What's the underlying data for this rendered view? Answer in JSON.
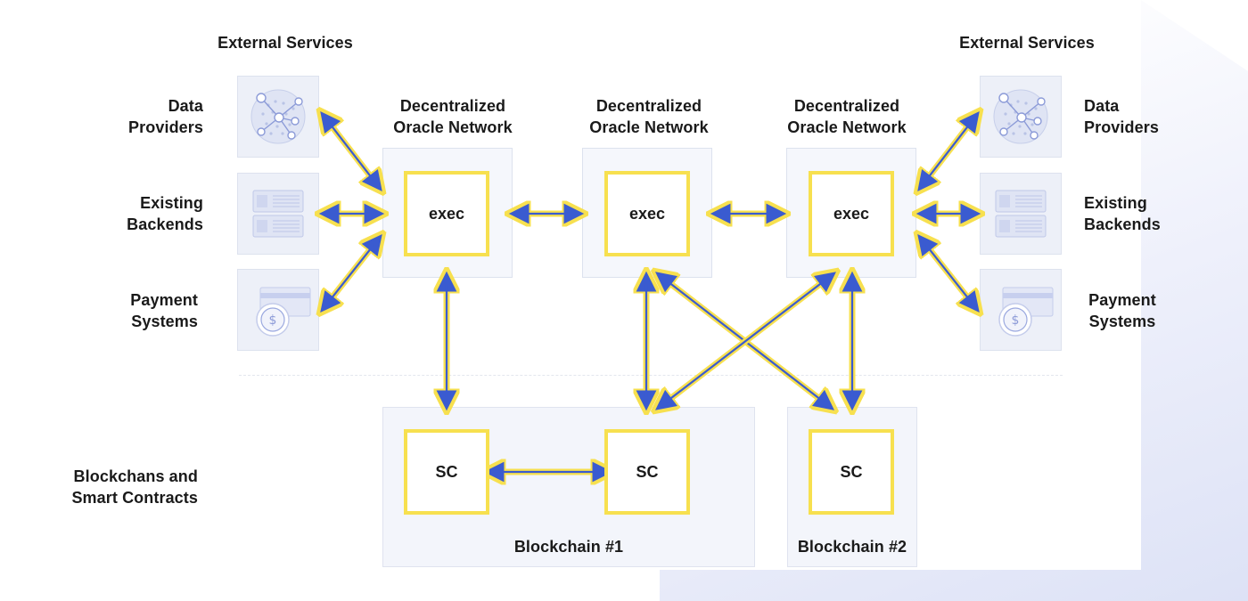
{
  "external_services_left": {
    "title": "External Services",
    "items": [
      {
        "label": "Data\nProviders",
        "icon": "network-globe-icon"
      },
      {
        "label": "Existing\nBackends",
        "icon": "server-rack-icon"
      },
      {
        "label": "Payment\nSystems",
        "icon": "payment-card-coin-icon"
      }
    ]
  },
  "external_services_right": {
    "title": "External Services",
    "items": [
      {
        "label": "Data\nProviders",
        "icon": "network-globe-icon"
      },
      {
        "label": "Existing\nBackends",
        "icon": "server-rack-icon"
      },
      {
        "label": "Payment\nSystems",
        "icon": "payment-card-coin-icon"
      }
    ]
  },
  "oracle_networks": [
    {
      "title": "Decentralized\nOracle Network",
      "node_label": "exec"
    },
    {
      "title": "Decentralized\nOracle Network",
      "node_label": "exec"
    },
    {
      "title": "Decentralized\nOracle Network",
      "node_label": "exec"
    }
  ],
  "blockchains_heading": "Blockchans and\nSmart Contracts",
  "blockchains": [
    {
      "name": "Blockchain #1",
      "contracts": [
        "SC",
        "SC"
      ]
    },
    {
      "name": "Blockchain #2",
      "contracts": [
        "SC"
      ]
    }
  ],
  "colors": {
    "arrow_fill": "#3a5bd0",
    "arrow_outline": "#f7e04f",
    "node_border": "#f7e04f",
    "panel_bg": "#f3f5fb"
  }
}
